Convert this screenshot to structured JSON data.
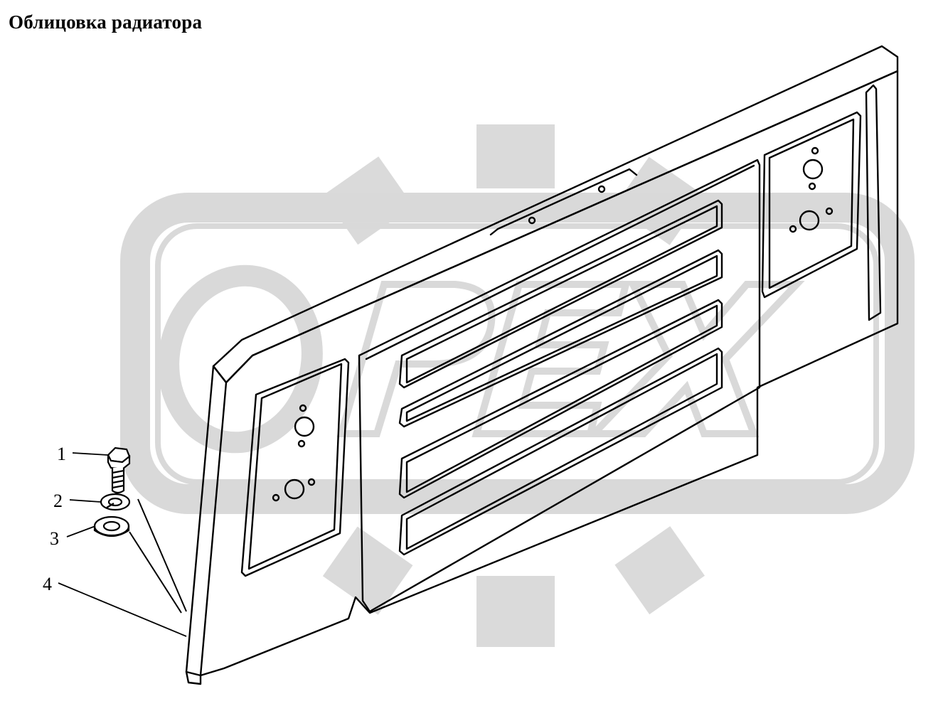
{
  "title": "Облицовка радиатора",
  "watermark": {
    "text": "ОРЕХ",
    "color": "#d9d9d9"
  },
  "callouts": [
    {
      "label": "1",
      "part": "bolt"
    },
    {
      "label": "2",
      "part": "spring-washer"
    },
    {
      "label": "3",
      "part": "flat-washer"
    },
    {
      "label": "4",
      "part": "radiator-facing-panel"
    }
  ],
  "colors": {
    "line": "#000000",
    "background": "#ffffff"
  }
}
